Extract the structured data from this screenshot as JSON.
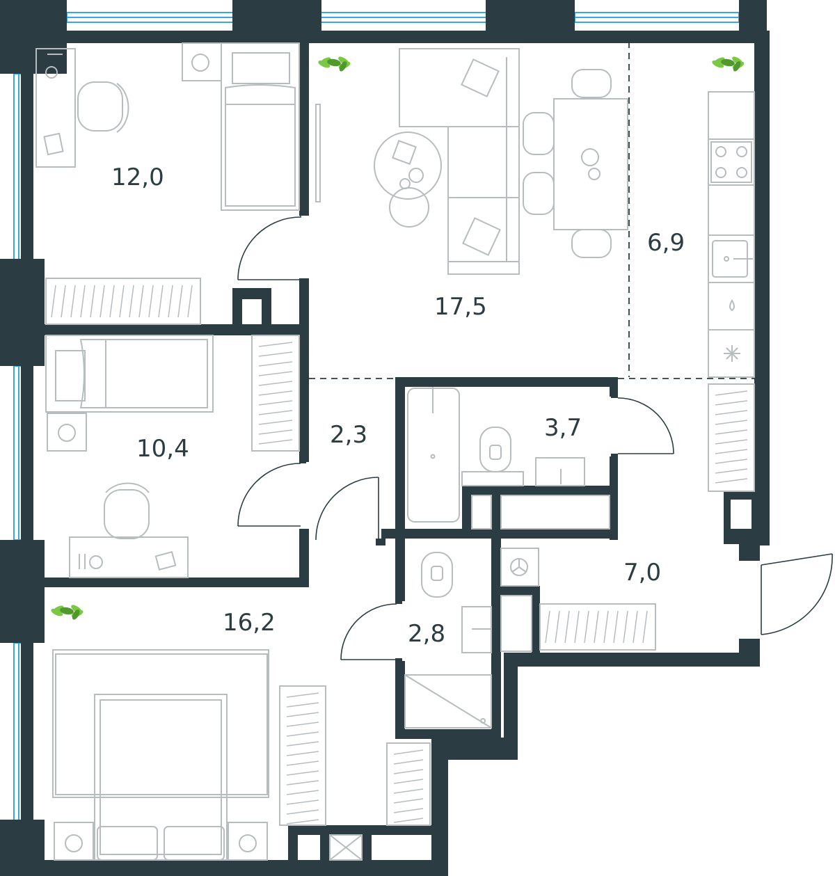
{
  "rooms": [
    {
      "id": "bedroom-1",
      "area": "12,0"
    },
    {
      "id": "living-room",
      "area": "17,5"
    },
    {
      "id": "kitchen",
      "area": "6,9"
    },
    {
      "id": "bedroom-2",
      "area": "10,4"
    },
    {
      "id": "corridor",
      "area": "2,3"
    },
    {
      "id": "bathroom",
      "area": "3,7"
    },
    {
      "id": "hallway",
      "area": "7,0"
    },
    {
      "id": "master-bedroom",
      "area": "16,2"
    },
    {
      "id": "wc",
      "area": "2,8"
    }
  ],
  "colors": {
    "wall": "#2b3d42",
    "furniture": "#b7bcbf",
    "window": "#3aa6e0",
    "plant": "#7ac843"
  },
  "icons": [
    "plant-icon",
    "stove-icon",
    "sink-icon",
    "toilet-icon",
    "bathtub-icon",
    "shower-icon",
    "boiler-icon"
  ]
}
